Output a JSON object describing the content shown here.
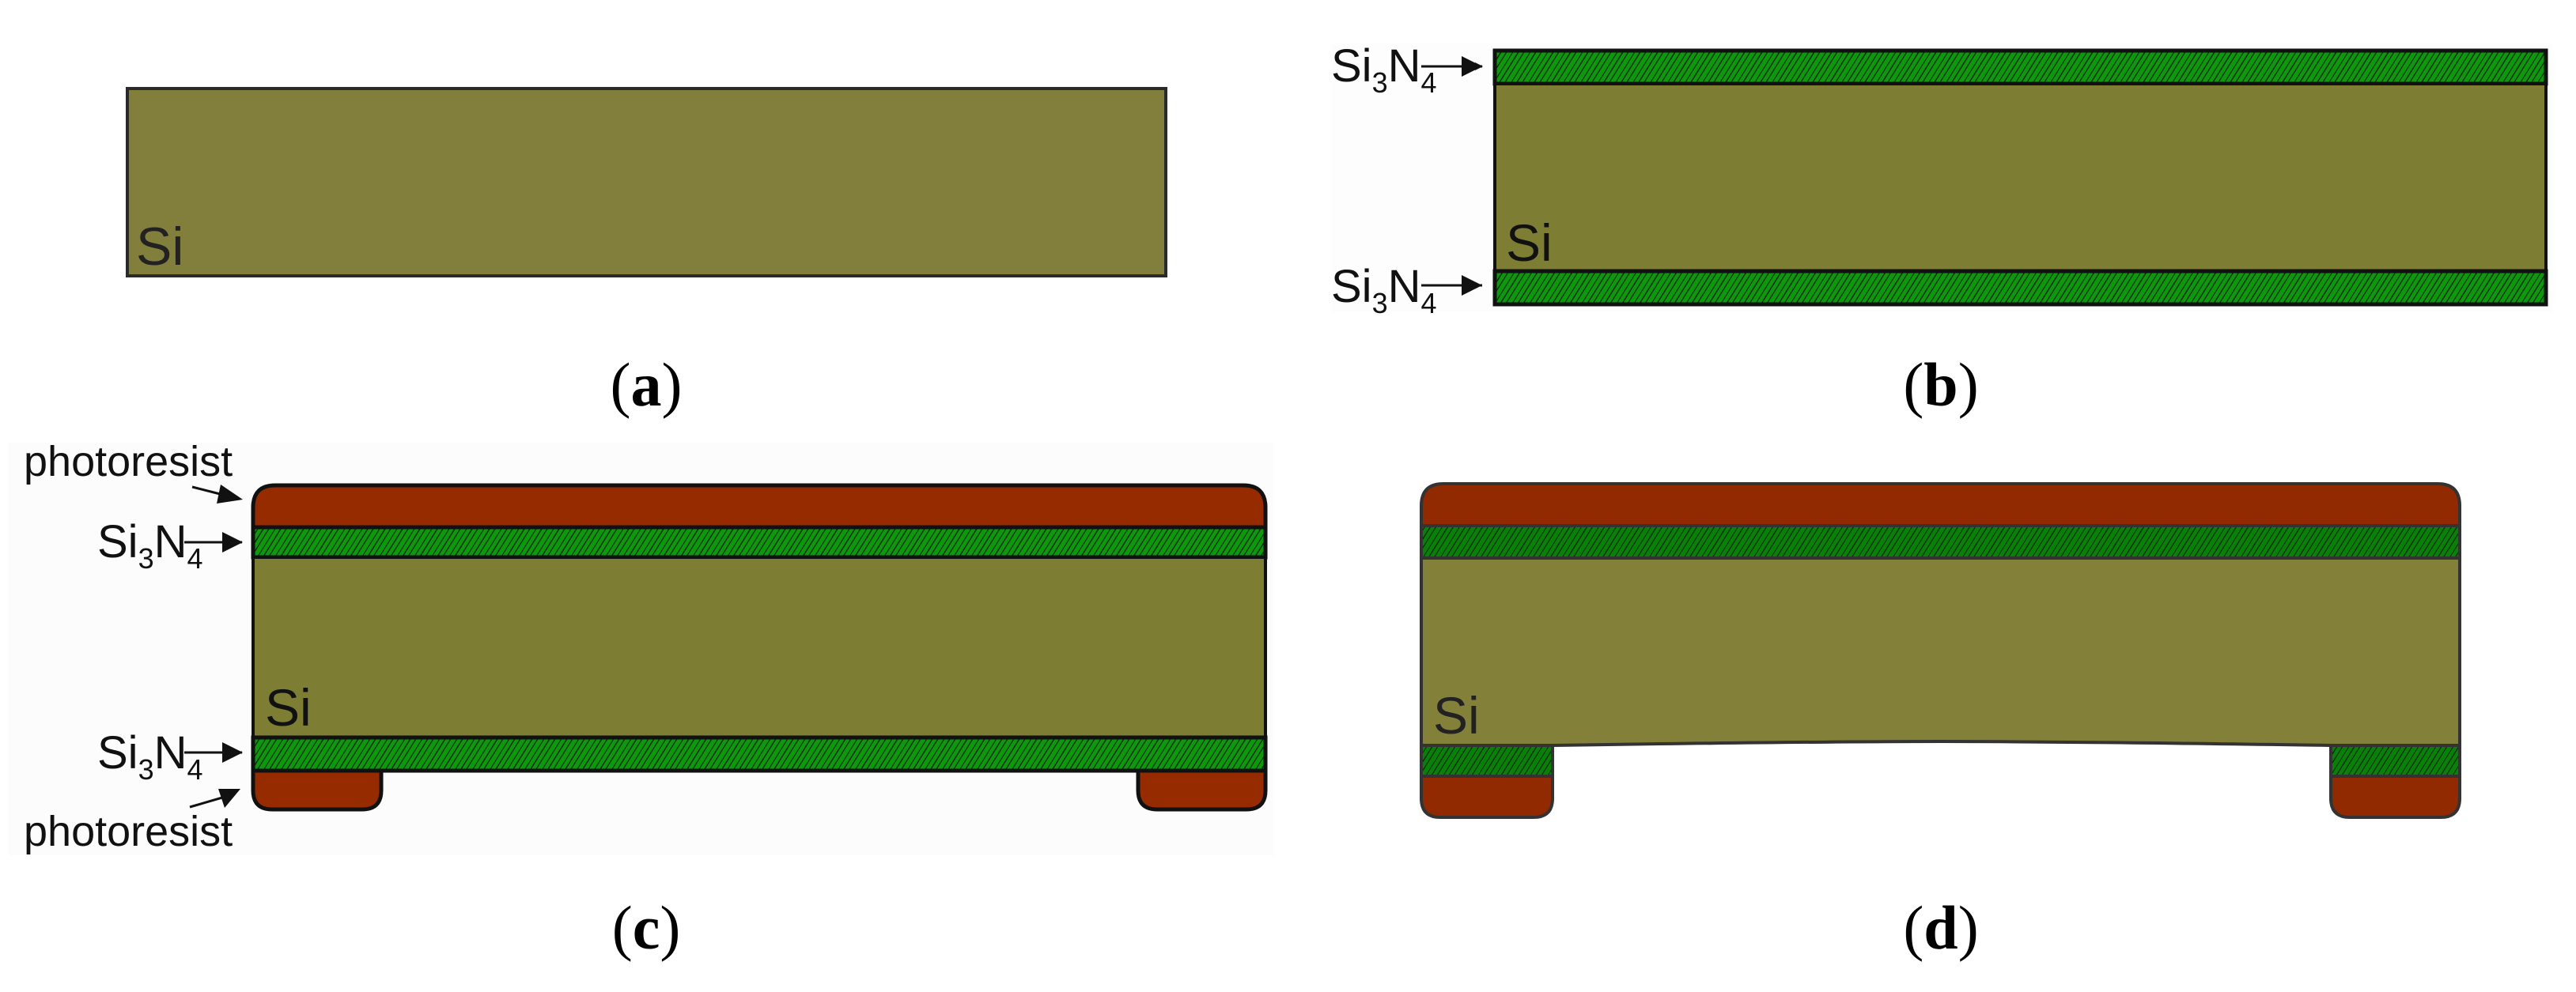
{
  "figure": {
    "colors": {
      "silicon": "#7f7e36",
      "silicon_light": "#838039",
      "nitride": "#0c990c",
      "nitride_dark": "#078207",
      "photoresist": "#972b00",
      "outline": "#111111",
      "outline_soft": "#333333",
      "panel_bg": "#fcfcfc"
    },
    "panels": [
      {
        "id": "a",
        "caption_open": "(",
        "caption_letter": "a",
        "caption_close": ")",
        "layers": [
          {
            "material": "Si",
            "label": "Si"
          }
        ]
      },
      {
        "id": "b",
        "caption_open": "(",
        "caption_letter": "b",
        "caption_close": ")",
        "si_label": "Si",
        "callouts": [
          {
            "text_main": "Si",
            "sub1": "3",
            "text_mid": "N",
            "sub2": "4",
            "target": "top nitride layer"
          },
          {
            "text_main": "Si",
            "sub1": "3",
            "text_mid": "N",
            "sub2": "4",
            "target": "bottom nitride layer"
          }
        ]
      },
      {
        "id": "c",
        "caption_open": "(",
        "caption_letter": "c",
        "caption_close": ")",
        "si_label": "Si",
        "callouts": [
          {
            "text": "photoresist",
            "target": "top photoresist"
          },
          {
            "text_main": "Si",
            "sub1": "3",
            "text_mid": "N",
            "sub2": "4",
            "target": "top nitride layer"
          },
          {
            "text_main": "Si",
            "sub1": "3",
            "text_mid": "N",
            "sub2": "4",
            "target": "bottom nitride layer"
          },
          {
            "text": "photoresist",
            "target": "bottom photoresist pads"
          }
        ]
      },
      {
        "id": "d",
        "caption_open": "(",
        "caption_letter": "d",
        "caption_close": ")",
        "si_label": "Si"
      }
    ]
  }
}
